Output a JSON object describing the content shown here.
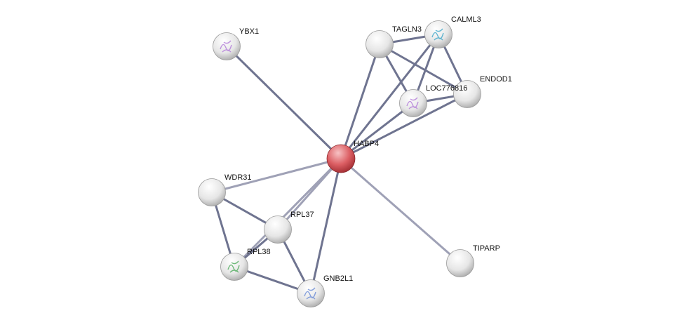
{
  "network": {
    "query_node": "HABP4",
    "colors": {
      "query": "#d9575c",
      "default": "#e8e8e8",
      "edge": "#6f7490",
      "edge_light": "#9fa1b6"
    },
    "nodes": [
      {
        "id": "YBX1",
        "label": "YBX1",
        "structure": true,
        "structure_color": "#b27ad8"
      },
      {
        "id": "TAGLN3",
        "label": "TAGLN3",
        "structure": false
      },
      {
        "id": "CALML3",
        "label": "CALML3",
        "structure": true,
        "structure_color": "#3fa7c9"
      },
      {
        "id": "ENDOD1",
        "label": "ENDOD1",
        "structure": false
      },
      {
        "id": "LOC776816",
        "label": "LOC776816",
        "structure": true,
        "structure_color": "#b27ad8"
      },
      {
        "id": "HABP4",
        "label": "HABP4",
        "structure": false
      },
      {
        "id": "WDR31",
        "label": "WDR31",
        "structure": false
      },
      {
        "id": "RPL37",
        "label": "RPL37",
        "structure": false
      },
      {
        "id": "RPL38",
        "label": "RPL38",
        "structure": true,
        "structure_color": "#4caa5a"
      },
      {
        "id": "GNB2L1",
        "label": "GNB2L1",
        "structure": true,
        "structure_color": "#6a8bd6"
      },
      {
        "id": "TIPARP",
        "label": "TIPARP",
        "structure": false
      }
    ],
    "edges": [
      {
        "a": "YBX1",
        "b": "HABP4",
        "light": false
      },
      {
        "a": "HABP4",
        "b": "TAGLN3",
        "light": false
      },
      {
        "a": "HABP4",
        "b": "CALML3",
        "light": false
      },
      {
        "a": "HABP4",
        "b": "LOC776816",
        "light": false
      },
      {
        "a": "HABP4",
        "b": "ENDOD1",
        "light": false
      },
      {
        "a": "TAGLN3",
        "b": "CALML3",
        "light": false
      },
      {
        "a": "TAGLN3",
        "b": "LOC776816",
        "light": false
      },
      {
        "a": "TAGLN3",
        "b": "ENDOD1",
        "light": false
      },
      {
        "a": "CALML3",
        "b": "LOC776816",
        "light": false
      },
      {
        "a": "CALML3",
        "b": "ENDOD1",
        "light": false
      },
      {
        "a": "LOC776816",
        "b": "ENDOD1",
        "light": false
      },
      {
        "a": "HABP4",
        "b": "WDR31",
        "light": true
      },
      {
        "a": "HABP4",
        "b": "RPL37",
        "light": true
      },
      {
        "a": "HABP4",
        "b": "RPL38",
        "light": true
      },
      {
        "a": "HABP4",
        "b": "GNB2L1",
        "light": false
      },
      {
        "a": "HABP4",
        "b": "TIPARP",
        "light": true
      },
      {
        "a": "WDR31",
        "b": "RPL37",
        "light": false
      },
      {
        "a": "WDR31",
        "b": "RPL38",
        "light": false
      },
      {
        "a": "RPL37",
        "b": "RPL38",
        "light": false
      },
      {
        "a": "RPL37",
        "b": "GNB2L1",
        "light": false
      },
      {
        "a": "RPL38",
        "b": "GNB2L1",
        "light": false
      }
    ]
  }
}
